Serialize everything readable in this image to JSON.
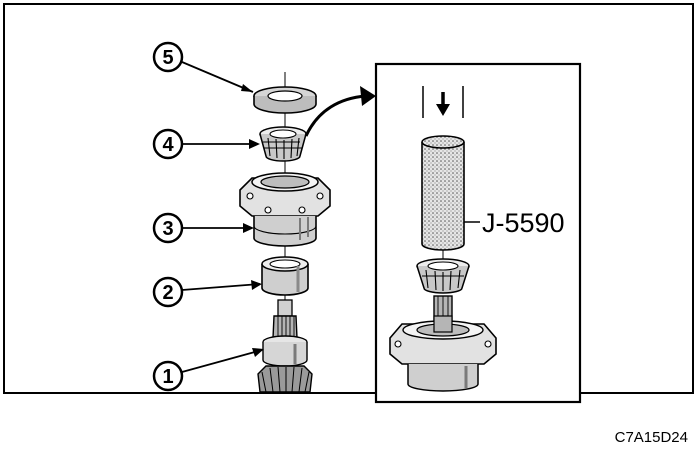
{
  "callouts": [
    {
      "label": "5"
    },
    {
      "label": "4"
    },
    {
      "label": "3"
    },
    {
      "label": "2"
    },
    {
      "label": "1"
    }
  ],
  "tool_label": "J-5590",
  "figure_code": "C7A15D24",
  "colors": {
    "line": "#000000",
    "fill_light": "#d9d9d9",
    "fill_mid": "#bdbdbd",
    "fill_dark": "#7a7a7a",
    "background": "#ffffff"
  }
}
